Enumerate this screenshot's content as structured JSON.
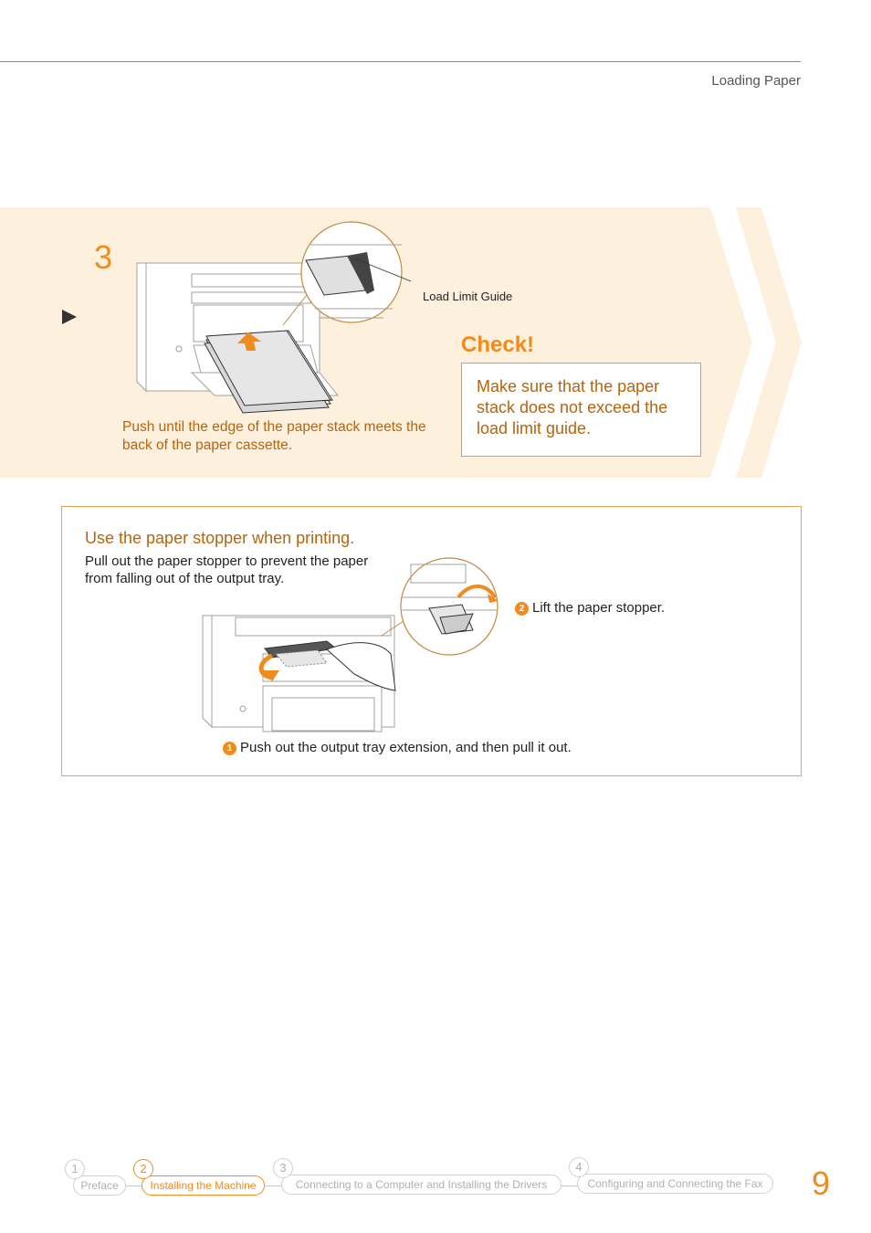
{
  "header": {
    "section_title": "Loading Paper"
  },
  "step": {
    "number": "3",
    "figure_label": "Load Limit Guide",
    "caption": "Push until the edge of the paper stack meets the back of the paper cassette."
  },
  "check": {
    "title": "Check!",
    "text": "Make sure that the paper stack does not exceed the load limit guide."
  },
  "tip": {
    "title": "Use the paper stopper when printing.",
    "body": "Pull out the paper stopper to prevent the paper from falling out of the output tray.",
    "step2_num": "2",
    "step2_text": "Lift the paper stopper.",
    "step1_num": "1",
    "step1_text": "Push out the output tray extension, and then pull it out."
  },
  "nav": {
    "items": [
      {
        "num": "1",
        "label": "Preface"
      },
      {
        "num": "2",
        "label": "Installing the Machine"
      },
      {
        "num": "3",
        "label": "Connecting to a Computer and Installing the Drivers"
      },
      {
        "num": "4",
        "label": "Configuring and Connecting the Fax"
      }
    ],
    "active_index": 1
  },
  "page_number": "9",
  "colors": {
    "accent": "#f08c1e",
    "band": "#fdf0dd",
    "text_brown": "#b5650f"
  }
}
